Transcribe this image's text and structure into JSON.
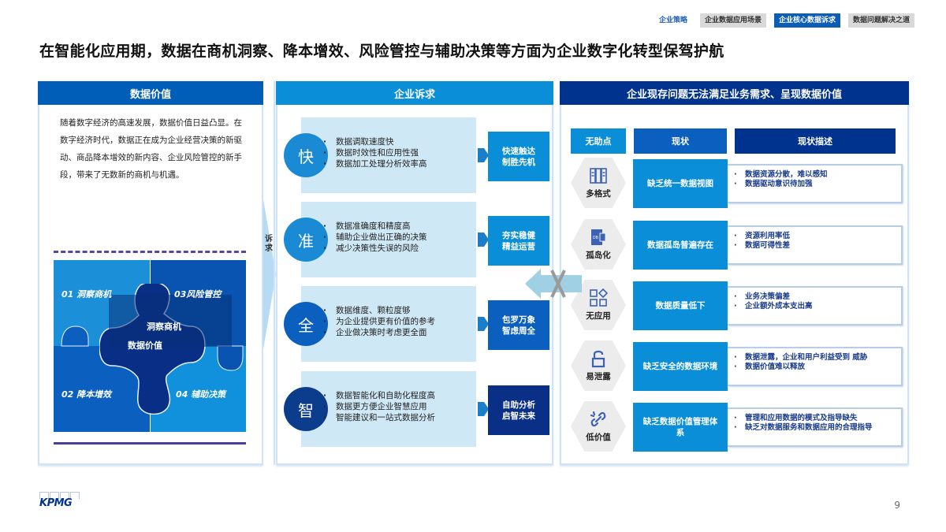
{
  "nav": {
    "tabs": [
      {
        "label": "企业策略",
        "state": "link"
      },
      {
        "label": "企业数据应用场景",
        "state": "inactive"
      },
      {
        "label": "企业核心数据诉求",
        "state": "active"
      },
      {
        "label": "数据问题解决之道",
        "state": "inactive"
      }
    ]
  },
  "title": "在智能化应用期，数据在商机洞察、降本增效、风险管控与辅助决策等方面为企业数字化转型保驾护航",
  "data_value": {
    "header": "数据价值",
    "intro": "随着数字经济的高速发展，数据价值日益凸显。在数字经济时代，数据正在成为企业经营决策的新驱动、商品降本增效的新内容、企业风险管控的新手段，带来了无数新的商机与机遇。",
    "puzzle": {
      "q1": "01 洞察商机",
      "q2": "02 降本增效",
      "q3": "03风险管控",
      "q4": "04 辅助决策",
      "center_top": "洞察商机",
      "center_bottom": "数据价值"
    },
    "connector_label": "诉求"
  },
  "demands": {
    "header": "企业诉求",
    "items": [
      {
        "key": "快",
        "circle_color": "#1a8ad4",
        "points": [
          "数据调取速度快",
          "数据时效性和应用性强",
          "数据加工处理分析效率高"
        ],
        "result": "快速触达\n制胜先机",
        "result_line1": "快速触达",
        "result_line2": "制胜先机",
        "result_color": "#0a8ed8"
      },
      {
        "key": "准",
        "circle_color": "#1a8ad4",
        "points": [
          "数据准确度和精度高",
          "辅助企业做出正确的决策",
          "减少决策性失误的风险"
        ],
        "result_line1": "夯实稳健",
        "result_line2": "精益运营",
        "result_color": "#0a8ed8"
      },
      {
        "key": "全",
        "circle_color": "#0a5fbf",
        "points": [
          "数据维度、颗粒度够",
          "为企业提供更有价值的参考",
          "企业做决策时考虑更全面"
        ],
        "result_line1": "包罗万象",
        "result_line2": "智虑周全",
        "result_color": "#0a5fbf"
      },
      {
        "key": "智",
        "circle_color": "#0c3d8c",
        "points": [
          "数据智能化和自助化程度高",
          "数据更方便企业智慧应用",
          "智能建议和一站式数据分析"
        ],
        "result_line1": "自助分析",
        "result_line2": "启智未来",
        "result_color": "#0a2f86"
      }
    ]
  },
  "problems": {
    "header": "企业现存问题无法满足业务需求、呈现数据价值",
    "columns": [
      "无助点",
      "现状",
      "现状描述"
    ],
    "column_colors": [
      "#0a8ed8",
      "#0a5fbf",
      "#00338d"
    ],
    "rows": [
      {
        "icon": "multi-format-icon",
        "label": "多格式",
        "status": "缺乏统一数据视图",
        "desc": [
          "数据资源分散，难以感知",
          "数据驱动意识待加强"
        ]
      },
      {
        "icon": "data-island-icon",
        "label": "孤岛化",
        "status": "数据孤岛普遍存在",
        "desc": [
          "资源利用率低",
          "数据可得性差"
        ]
      },
      {
        "icon": "no-application-icon",
        "label": "无应用",
        "status": "数据质量低下",
        "desc": [
          "业务决策偏差",
          "企业额外成本支出高"
        ]
      },
      {
        "icon": "unlocked-icon",
        "label": "易泄露",
        "status": "缺乏安全的数据环境",
        "desc": [
          "数据泄露，企业和用户利益受到 威胁",
          "数据价值难以释放"
        ]
      },
      {
        "icon": "broken-link-icon",
        "label": "低价值",
        "status": "缺乏数据价值管理体系",
        "desc": [
          "管理和应用数据的模式及指导缺失",
          "缺乏对数据服务和数据应用的合理指导"
        ]
      }
    ]
  },
  "footer": {
    "logo": "KPMG",
    "page_number": "9"
  }
}
